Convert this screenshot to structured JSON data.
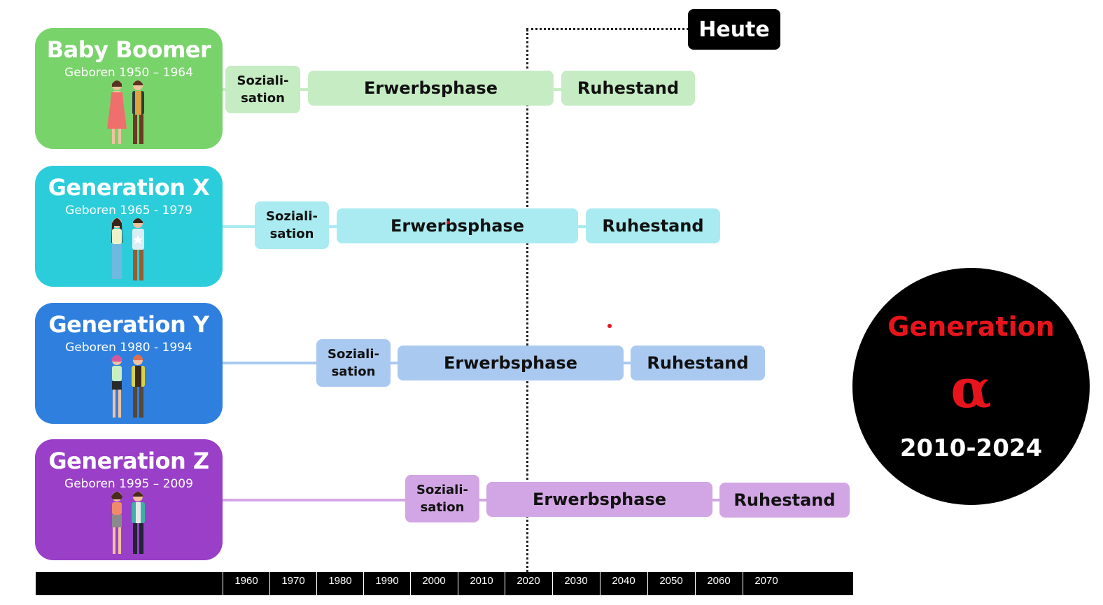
{
  "generations": [
    {
      "name": "Baby Boomer",
      "born": "Geboren 1950 – 1964",
      "card_color": "#79d36b",
      "phase_color": "#c6ecc3"
    },
    {
      "name": "Generation X",
      "born": "Geboren 1965 - 1979",
      "card_color": "#2ccddb",
      "phase_color": "#a9ebf0"
    },
    {
      "name": "Generation Y",
      "born": "Geboren 1980 - 1994",
      "card_color": "#2f80de",
      "phase_color": "#a9c9f0"
    },
    {
      "name": "Generation Z",
      "born": "Geboren 1995 – 2009",
      "card_color": "#9a3fc7",
      "phase_color": "#d2a6e4"
    }
  ],
  "phases": {
    "sozialisation": "Soziali-\nsation",
    "erwerbsphase": "Erwerbsphase",
    "ruhestand": "Ruhestand"
  },
  "today_label": "Heute",
  "timeline": {
    "ticks": [
      "1960",
      "1970",
      "1980",
      "1990",
      "2000",
      "2010",
      "2020",
      "2030",
      "2040",
      "2050",
      "2060",
      "2070"
    ]
  },
  "alpha": {
    "title": "Generation",
    "symbol": "α",
    "years": "2010-2024"
  },
  "colors": {
    "accent_red": "#e8141c",
    "black": "#000000"
  }
}
